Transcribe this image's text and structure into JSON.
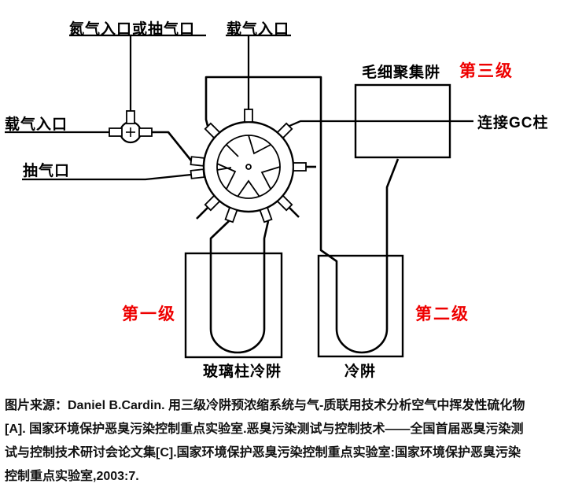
{
  "diagram": {
    "labels": {
      "nitrogen_inlet": "氮气入口或抽气口",
      "carrier_inlet_top": "载气入口",
      "carrier_inlet_left": "载气入口",
      "pump_port": "抽气口",
      "capillary_trap": "毛细聚集阱",
      "stage3": "第三级",
      "gc_connect": "连接GC柱",
      "stage1": "第一级",
      "stage2": "第二级",
      "glass_column_trap": "玻璃柱冷阱",
      "cold_trap": "冷阱"
    },
    "colors": {
      "line": "#000000",
      "stage_red": "#ee0000"
    }
  },
  "caption": {
    "lines": [
      "图片来源：Daniel B.Cardin. 用三级冷阱预浓缩系统与气-质联用技术分析空气中挥发性硫化物",
      "[A]. 国家环境保护恶臭污染控制重点实验室.恶臭污染测试与控制技术——全国首届恶臭污染测",
      "试与控制技术研讨会论文集[C].国家环境保护恶臭污染控制重点实验室:国家环境保护恶臭污染",
      "控制重点实验室,2003:7."
    ]
  }
}
